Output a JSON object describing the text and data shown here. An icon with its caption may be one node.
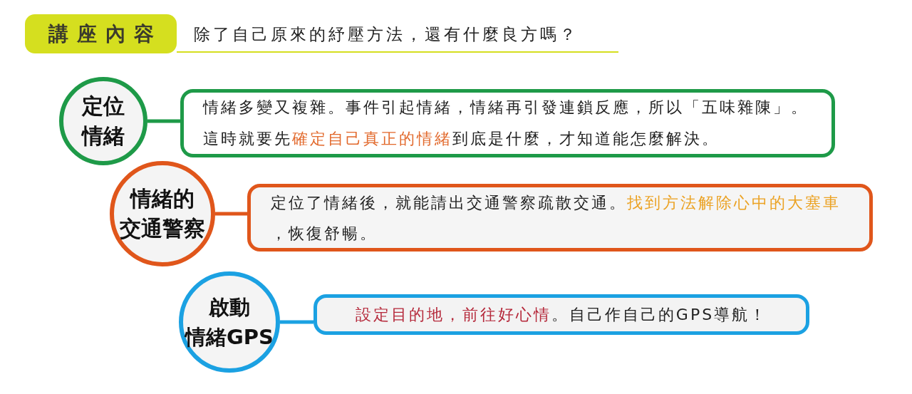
{
  "diagram": {
    "nodes": [
      {
        "text": [
          "講座內容"
        ],
        "beside": [
          "除了自己原來的紓壓方法，還有什麼良方嗎？"
        ]
      },
      {
        "text": [
          "定位情緒"
        ]
      },
      {
        "text": [
          "情緒多變又複雜。事件引起情緒，情緒再引發連鎖反應，所以「五味雜陳」。這時就要先**確定自己真正的情緒**到底是什麼，才知道能怎麼解決。"
        ]
      },
      {
        "text": [
          "情緒的交通警察"
        ]
      },
      {
        "text": [
          "定位了情緒後，就能請出交通警察疏散交通。**找到方法解除心中的大塞車**，恢復舒暢。"
        ]
      },
      {
        "text": [
          "啟動情緒GPS"
        ]
      },
      {
        "text": [
          "**設定目的地，前往好心情**。自己作自己的GPS導航！"
        ]
      }
    ],
    "edges": [
      {
        "from": 1,
        "to": 2,
        "arrow": "none",
        "color": "#1e9a48"
      },
      {
        "from": 3,
        "to": 4,
        "arrow": "none",
        "color": "#e0561b"
      },
      {
        "from": 5,
        "to": 6,
        "arrow": "none",
        "color": "#1ba1e2"
      }
    ]
  }
}
